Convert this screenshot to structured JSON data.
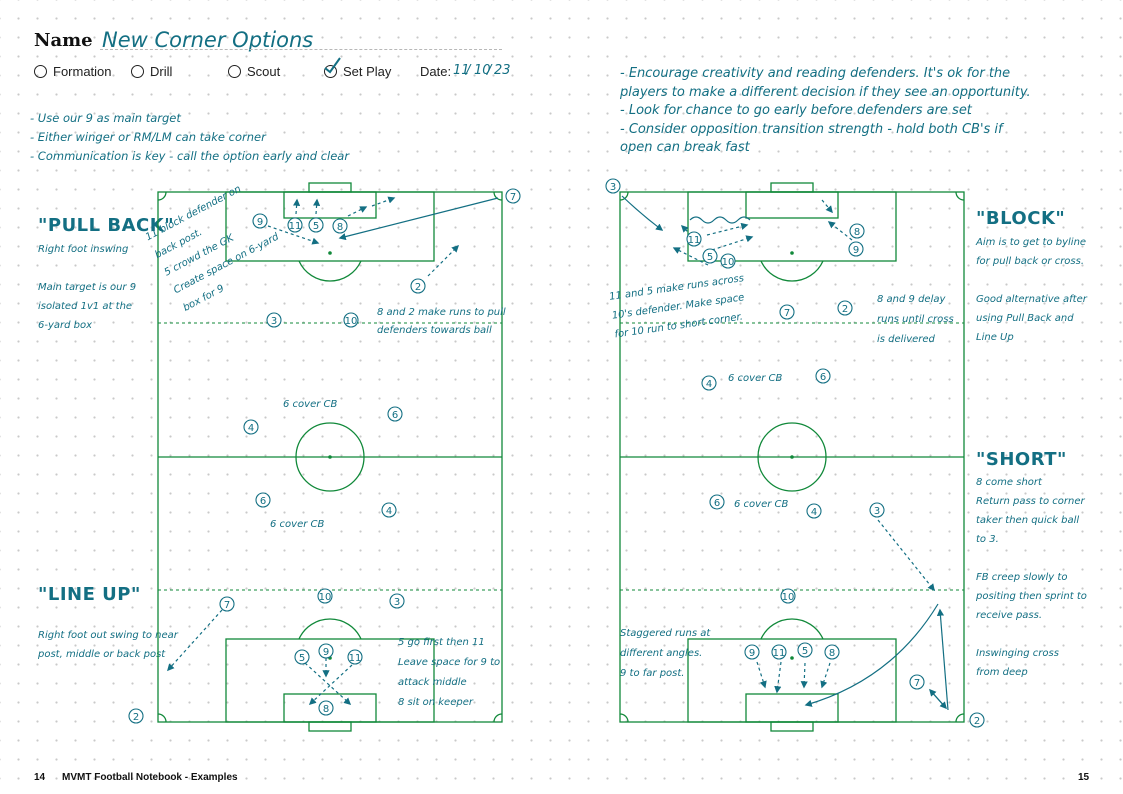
{
  "header": {
    "name_label": "Name",
    "name_value": "New Corner Options",
    "options": [
      {
        "label": "Formation",
        "checked": false
      },
      {
        "label": "Drill",
        "checked": false
      },
      {
        "label": "Scout",
        "checked": false
      },
      {
        "label": "Set Play",
        "checked": true
      }
    ],
    "date_label": "Date:",
    "date": {
      "day": "11",
      "month": "10",
      "year": "23"
    }
  },
  "left_notes": [
    "- Use our 9 as main target",
    "- Either winger or RM/LM can take corner",
    "- Communication is key - call the option early and clear"
  ],
  "right_notes": [
    "- Encourage creativity and reading defenders. It's ok for the",
    "players to make a different decision if they see an opportunity.",
    "- Look for chance to go early before defenders are set",
    "- Consider opposition transition strength - hold both CB's if",
    "open can break fast"
  ],
  "options_left": {
    "pull_back": {
      "title": "\"PULL BACK\"",
      "lines": [
        "Right foot inswing",
        "",
        "Main target is our 9",
        "isolated 1v1 at the",
        "6-yard box"
      ]
    },
    "line_up": {
      "title": "\"LINE UP\"",
      "lines": [
        "Right foot out swing to near",
        "post, middle or back post"
      ]
    }
  },
  "options_right": {
    "block": {
      "title": "\"BLOCK\"",
      "lines": [
        "Aim is to get to byline",
        "for pull back or cross.",
        "",
        "Good alternative after",
        "using Pull Back and",
        "Line Up"
      ]
    },
    "short": {
      "title": "\"SHORT\"",
      "lines": [
        "8 come short",
        "Return pass to corner",
        "taker then quick ball",
        "to 3.",
        "",
        "FB creep slowly to",
        "positing then sprint to",
        "receive pass.",
        "",
        "Inswinging cross",
        "from deep"
      ]
    }
  },
  "pitch_notes_left": {
    "pull_back_runs": [
      "11 block defender on",
      "back post.",
      "5 crowd the GK",
      "Create space on 6-yard",
      "box for 9"
    ],
    "runs_pull": [
      "8 and 2 make runs to pull",
      "defenders towards ball"
    ],
    "cover_top": "6 cover CB",
    "cover_bottom": "6 cover CB",
    "line_up_runs": [
      "5 go first then 11",
      "Leave space for 9 to",
      "attack middle",
      "8 sit on keeper"
    ]
  },
  "pitch_notes_right": {
    "block_runs": [
      "11 and 5 make runs across",
      "10's defender. Make space",
      "for 10 run to short corner."
    ],
    "delay": [
      "8 and 9 delay",
      "runs until cross",
      "is delivered"
    ],
    "cover_top": "6 cover CB",
    "cover_bottom": "6 cover CB",
    "staggered": [
      "Staggered runs at",
      "different angles.",
      "9 to far post."
    ]
  },
  "players": {
    "left": {
      "p9a": "9",
      "p11a": "11",
      "p5a": "5",
      "p8a": "8",
      "p7a": "7",
      "p2a": "2",
      "p3a": "3",
      "p10a": "10",
      "p4a": "4",
      "p6a": "6",
      "p6b": "6",
      "p4b": "4",
      "p7b": "7",
      "p10b": "10",
      "p3b": "3",
      "p5b": "5",
      "p9b": "9",
      "p11b": "11",
      "p8b": "8",
      "p2b": "2"
    },
    "right": {
      "p3a": "3",
      "p11a": "11",
      "p5a": "5",
      "p10a": "10",
      "p8a": "8",
      "p9a": "9",
      "p7a": "7",
      "p2a": "2",
      "p4a": "4",
      "p6a": "6",
      "p6b": "6",
      "p4b": "4",
      "p3b": "3",
      "p10b": "10",
      "p9b": "9",
      "p11b": "11",
      "p5b": "5",
      "p8b": "8",
      "p7b": "7",
      "p2b": "2"
    }
  },
  "footer": {
    "left_page": "14",
    "left_title": "MVMT Football Notebook - Examples",
    "right_page": "15"
  },
  "colors": {
    "ink": "#136f83",
    "pitch": "#11893a",
    "text": "#111111"
  }
}
